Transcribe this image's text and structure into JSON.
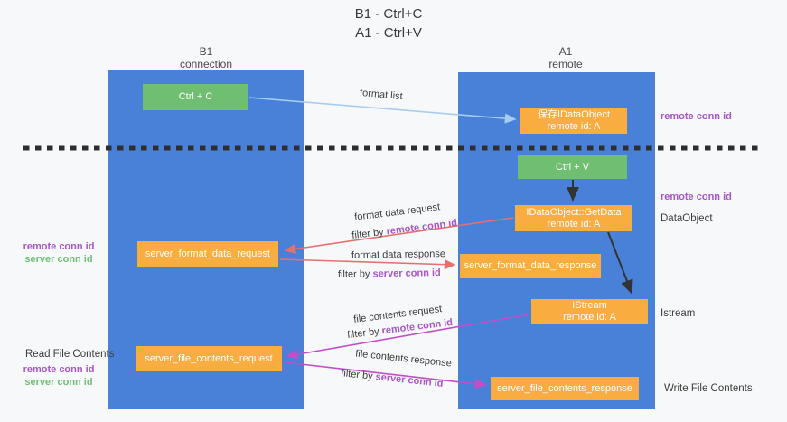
{
  "title": {
    "line1": "B1 - Ctrl+C",
    "line2": "A1 - Ctrl+V"
  },
  "columns": {
    "left": {
      "name": "B1",
      "role": "connection"
    },
    "right": {
      "name": "A1",
      "role": "remote"
    }
  },
  "nodes": {
    "ctrl_c": "Ctrl + C",
    "save_idataobject": {
      "line1": "保存IDataObject",
      "line2": "remote id: A"
    },
    "ctrl_v": "Ctrl + V",
    "idataobject_getdata": {
      "line1": "IDataObject::GetData",
      "line2": "remote id: A"
    },
    "server_format_data_request": "server_format_data_request",
    "server_format_data_response": "server_format_data_response",
    "istream": {
      "line1": "IStream",
      "line2": "remote id: A"
    },
    "server_file_contents_request": "server_file_contents_request",
    "server_file_contents_response": "server_file_contents_response"
  },
  "flow_labels": {
    "format_list": "format list",
    "format_data_request": "format data request",
    "format_data_response": "format data response",
    "file_contents_request": "file contents request",
    "file_contents_response": "file contents response",
    "filter_by": "filter by ",
    "remote_conn_id": "remote conn id",
    "server_conn_id": "server conn id"
  },
  "side_labels": {
    "right_remote_conn_id_top": "remote conn id",
    "right_remote_conn_id_mid": "remote conn id",
    "dataobject": "DataObject",
    "istream": "Istream",
    "write_file_contents": "Write File Contents",
    "left_remote_conn_id_mid": "remote conn id",
    "left_server_conn_id_mid": "server conn id",
    "read_file_contents": "Read File Contents",
    "left_remote_conn_id_bottom": "remote conn id",
    "left_server_conn_id_bottom": "server conn id"
  },
  "colors": {
    "lifeline_blue": "#4a81d8",
    "node_orange": "#f9ac3f",
    "node_green": "#70be72",
    "arrow_red": "#e57070",
    "arrow_magenta": "#c44ec8",
    "arrow_light_blue": "#a6cdef",
    "arrow_black": "#333333",
    "text_purple": "#a656c6",
    "text_green": "#6ebe76",
    "dashed_separator": "#2e2e2e"
  }
}
